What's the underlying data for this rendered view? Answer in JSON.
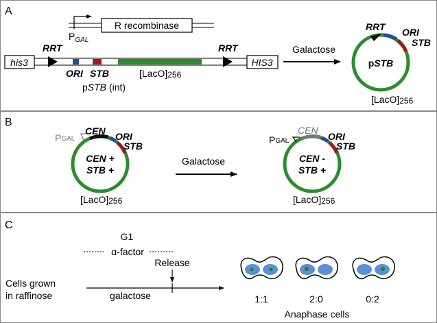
{
  "panels": {
    "a": {
      "letter": "A",
      "promoter_p": "P",
      "promoter_sub": "GAL",
      "recombinase": "R recombinase",
      "his3_left": "his3",
      "his3_right": "HIS3",
      "rrt": "RRT",
      "ori": "ORI",
      "stb": "STB",
      "laco_bracket": "[LacO]",
      "laco_count": "256",
      "pstb_p": "p",
      "pstb_stb": "STB",
      "pstb_int": " (int)",
      "galactose": "Galactose"
    },
    "b": {
      "letter": "B",
      "pgal_p": "P",
      "pgal_sub": "GAL",
      "cen": "CEN",
      "ori": "ORI",
      "stb": "STB",
      "left_line1": "CEN +",
      "left_line2": "STB +",
      "right_line1": "CEN -",
      "right_line2": "STB +",
      "laco_bracket": "[LacO]",
      "laco_count": "256",
      "galactose": "Galactose"
    },
    "c": {
      "letter": "C",
      "g1": "G1",
      "alpha_factor": "α-factor",
      "release": "Release",
      "cells_line1": "Cells grown",
      "cells_line2": "in raffinose",
      "galactose": "galactose",
      "ratios": [
        "1:1",
        "2:0",
        "0:2"
      ],
      "anaphase": "Anaphase cells"
    }
  },
  "colors": {
    "plasmid_green": "#2e8b2e",
    "stb_red": "#a01c1c",
    "ori_blue": "#1f4fa0",
    "cen_black": "#111111",
    "cen_grey": "#777777",
    "nucleus_blue": "#5b8fd6",
    "dot_green": "#2a7a3a",
    "panel_border": "#888888"
  }
}
